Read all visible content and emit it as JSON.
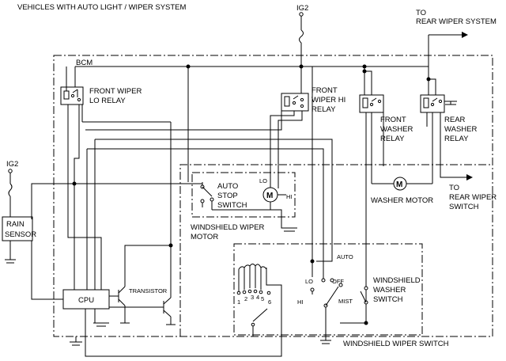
{
  "title": "VEHICLES WITH AUTO LIGHT / WIPER SYSTEM",
  "labels": {
    "ig2_top": "IG2",
    "ig2_left": "IG2",
    "to_rear_wiper_system_1": "TO",
    "to_rear_wiper_system_2": "REAR WIPER SYSTEM",
    "bcm": "BCM",
    "front_wiper_lo_relay_1": "FRONT WIPER",
    "front_wiper_lo_relay_2": "LO RELAY",
    "front_wiper_hi_relay_1": "FRONT",
    "front_wiper_hi_relay_2": "WIPER HI",
    "front_wiper_hi_relay_3": "RELAY",
    "front_washer_relay_1": "FRONT",
    "front_washer_relay_2": "WASHER",
    "front_washer_relay_3": "RELAY",
    "rear_washer_relay_1": "REAR",
    "rear_washer_relay_2": "WASHER",
    "rear_washer_relay_3": "RELAY",
    "washer_motor": "WASHER MOTOR",
    "to_rear_wiper_switch_1": "TO",
    "to_rear_wiper_switch_2": "REAR WIPER",
    "to_rear_wiper_switch_3": "SWITCH",
    "auto_stop_switch_1": "AUTO",
    "auto_stop_switch_2": "STOP",
    "auto_stop_switch_3": "SWITCH",
    "lo": "LO",
    "hi": "HI",
    "motor_m": "M",
    "windshield_wiper_motor_1": "WINDSHIELD WIPER",
    "windshield_wiper_motor_2": "MOTOR",
    "rain_sensor_1": "RAIN",
    "rain_sensor_2": "SENSOR",
    "cpu": "CPU",
    "transistor": "TRANSISTOR",
    "switch_auto": "AUTO",
    "switch_lo": "LO",
    "switch_off": "OFF",
    "switch_mist": "MIST",
    "switch_hi": "HI",
    "int_positions": [
      "1",
      "2",
      "3",
      "4",
      "5",
      "6"
    ],
    "windshield_washer_switch_1": "WINDSHIELD",
    "windshield_washer_switch_2": "WASHER",
    "windshield_washer_switch_3": "SWITCH",
    "windshield_wiper_switch": "WINDSHIELD WIPER SWITCH"
  }
}
